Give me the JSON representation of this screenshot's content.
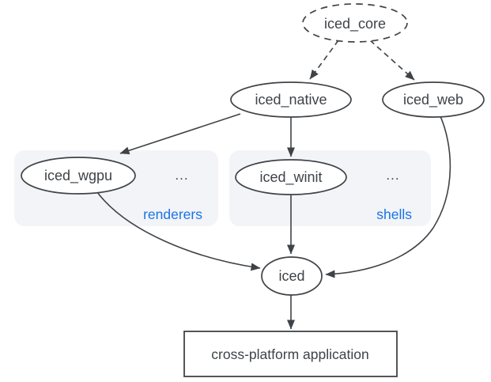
{
  "diagram": {
    "type": "dependency-graph",
    "nodes": {
      "iced_core": {
        "label": "iced_core",
        "shape": "ellipse",
        "style": "dashed"
      },
      "iced_native": {
        "label": "iced_native",
        "shape": "ellipse",
        "style": "solid"
      },
      "iced_web": {
        "label": "iced_web",
        "shape": "ellipse",
        "style": "solid"
      },
      "iced_wgpu": {
        "label": "iced_wgpu",
        "shape": "ellipse",
        "style": "solid",
        "group": "renderers"
      },
      "iced_winit": {
        "label": "iced_winit",
        "shape": "ellipse",
        "style": "solid",
        "group": "shells"
      },
      "iced": {
        "label": "iced",
        "shape": "ellipse",
        "style": "solid"
      },
      "application": {
        "label": "cross-platform application",
        "shape": "rectangle",
        "style": "solid"
      }
    },
    "groups": {
      "renderers": {
        "label": "renderers",
        "ellipsis": "..."
      },
      "shells": {
        "label": "shells",
        "ellipsis": "..."
      }
    },
    "edges": [
      {
        "from": "iced_core",
        "to": "iced_native",
        "style": "dashed"
      },
      {
        "from": "iced_core",
        "to": "iced_web",
        "style": "dashed"
      },
      {
        "from": "iced_native",
        "to": "iced_wgpu",
        "style": "solid"
      },
      {
        "from": "iced_native",
        "to": "iced_winit",
        "style": "solid"
      },
      {
        "from": "iced_wgpu",
        "to": "iced",
        "style": "solid"
      },
      {
        "from": "iced_winit",
        "to": "iced",
        "style": "solid"
      },
      {
        "from": "iced_web",
        "to": "iced",
        "style": "solid"
      },
      {
        "from": "iced",
        "to": "application",
        "style": "solid"
      }
    ],
    "colors": {
      "stroke": "#3f4347",
      "text": "#3f4347",
      "group_label": "#1a73e8",
      "group_fill": "#f2f4f7",
      "node_fill": "#ffffff",
      "background": "#ffffff"
    }
  }
}
